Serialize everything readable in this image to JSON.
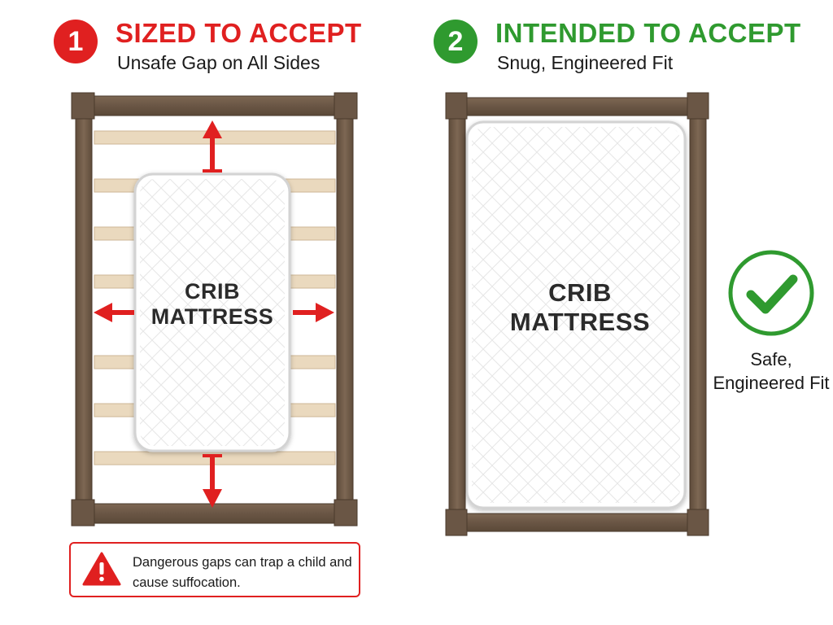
{
  "left_panel": {
    "badge_number": "1",
    "title": "SIZED TO ACCEPT",
    "subtitle": "Unsafe Gap on All Sides",
    "mattress_line1": "CRIB",
    "mattress_line2": "MATTRESS",
    "warning_text": "Dangerous gaps can trap a child and cause suffocation.",
    "warning_icon": "warning-triangle-icon"
  },
  "right_panel": {
    "badge_number": "2",
    "title": "INTENDED TO ACCEPT",
    "subtitle": "Snug, Engineered Fit",
    "mattress_line1": "CRIB",
    "mattress_line2": "MATTRESS",
    "check_caption": "Safe, Engineered Fit",
    "check_icon": "checkmark-circle-icon"
  },
  "colors": {
    "danger_red": "#e02020",
    "safe_green": "#2f9a2f",
    "wood_frame": "#6e5a48",
    "slat": "#e9d8bd",
    "mattress": "#ffffff"
  }
}
